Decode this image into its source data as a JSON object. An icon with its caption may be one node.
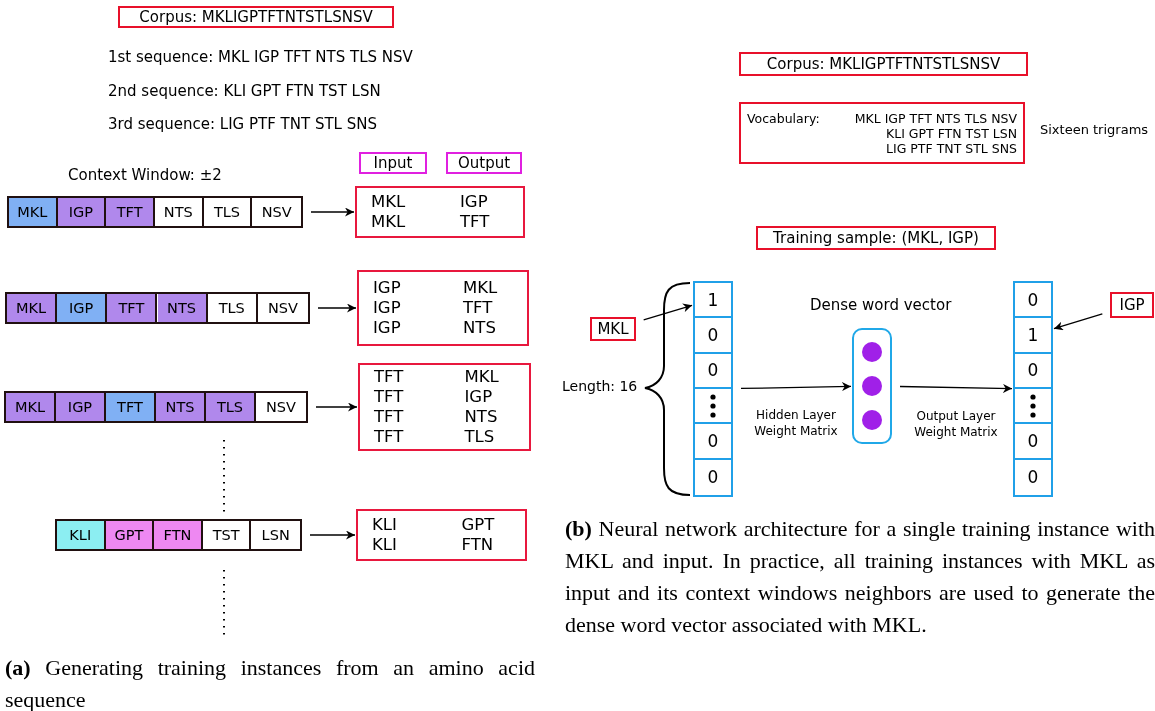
{
  "diagram": {
    "nodes": [
      {
        "text": [
          "Corpus: MKLIGPTFTNTSTLSNSV"
        ]
      },
      {
        "text": [
          "Input"
        ]
      },
      {
        "text": [
          "Output"
        ]
      },
      {
        "text": [],
        "shape": "bar"
      },
      {
        "text": [
          "MKL"
        ],
        "in": 3
      },
      {
        "text": [
          "IGP"
        ],
        "in": 3
      },
      {
        "text": [
          "TFT"
        ],
        "in": 3
      },
      {
        "text": [
          "NTS"
        ],
        "in": 3
      },
      {
        "text": [
          "TLS"
        ],
        "in": 3
      },
      {
        "text": [
          "NSV"
        ],
        "in": 3
      },
      {
        "text": [
          "MKL",
          "IGP",
          "MKL",
          "TFT"
        ]
      },
      {
        "text": [],
        "shape": "bar"
      },
      {
        "text": [
          "MKL"
        ],
        "in": 11
      },
      {
        "text": [
          "IGP"
        ],
        "in": 11
      },
      {
        "text": [
          "TFT"
        ],
        "in": 11
      },
      {
        "text": [
          "NTS"
        ],
        "in": 11
      },
      {
        "text": [
          "TLS"
        ],
        "in": 11
      },
      {
        "text": [
          "NSV"
        ],
        "in": 11
      },
      {
        "text": [
          "IGP",
          "MKL",
          "IGP",
          "TFT",
          "IGP",
          "NTS"
        ]
      },
      {
        "text": [],
        "shape": "bar"
      },
      {
        "text": [
          "MKL"
        ],
        "in": 19
      },
      {
        "text": [
          "IGP"
        ],
        "in": 19
      },
      {
        "text": [
          "TFT"
        ],
        "in": 19
      },
      {
        "text": [
          "NTS"
        ],
        "in": 19
      },
      {
        "text": [
          "TLS"
        ],
        "in": 19
      },
      {
        "text": [
          "NSV"
        ],
        "in": 19
      },
      {
        "text": [
          "TFT",
          "MKL",
          "TFT",
          "IGP",
          "TFT",
          "NTS",
          "TFT",
          "TLS"
        ]
      },
      {
        "text": [],
        "shape": "bar"
      },
      {
        "text": [
          "KLI"
        ],
        "in": 27
      },
      {
        "text": [
          "GPT"
        ],
        "in": 27
      },
      {
        "text": [
          "FTN"
        ],
        "in": 27
      },
      {
        "text": [
          "TST"
        ],
        "in": 27
      },
      {
        "text": [
          "LSN"
        ],
        "in": 27
      },
      {
        "text": [
          "KLI",
          "GPT",
          "KLI",
          "FTN"
        ]
      },
      {
        "text": [
          "Corpus: MKLIGPTFTNTSTLSNSV"
        ]
      },
      {
        "text": [
          "Vocabulary:",
          "MKL IGP TFT NTS TLS NSV",
          "KLI GPT FTN TST LSN",
          "LIG PTF TNT STL SNS"
        ],
        "beside": [
          "Sixteen trigrams"
        ]
      },
      {
        "text": [
          "Training sample: (MKL, IGP)"
        ]
      },
      {
        "text": [
          "MKL"
        ]
      },
      {
        "text": [],
        "shape": "bar"
      },
      {
        "text": [
          "1"
        ],
        "in": 38
      },
      {
        "text": [
          "0"
        ],
        "in": 38
      },
      {
        "text": [
          "0"
        ],
        "in": 38
      },
      {
        "text": [],
        "shape": "box",
        "in": 38
      },
      {
        "text": [
          "0"
        ],
        "in": 38
      },
      {
        "text": [
          "0"
        ],
        "in": 38
      },
      {
        "text": [],
        "shape": "box",
        "beside": [
          "Dense word vector"
        ]
      },
      {
        "text": [],
        "shape": "bar"
      },
      {
        "text": [
          "0"
        ],
        "in": 46
      },
      {
        "text": [
          "1"
        ],
        "in": 46
      },
      {
        "text": [
          "0"
        ],
        "in": 46
      },
      {
        "text": [],
        "shape": "box",
        "in": 46
      },
      {
        "text": [
          "0"
        ],
        "in": 46
      },
      {
        "text": [
          "0"
        ],
        "in": 46
      },
      {
        "text": [
          "IGP"
        ]
      }
    ],
    "edges": [
      {
        "from": 3,
        "to": 10,
        "arrow": "to"
      },
      {
        "from": 11,
        "to": 18,
        "arrow": "to"
      },
      {
        "from": 19,
        "to": 26,
        "arrow": "to"
      },
      {
        "from": 27,
        "to": 33,
        "arrow": "to"
      },
      {
        "from": 37,
        "to": 39,
        "arrow": "to"
      },
      {
        "from": 38,
        "to": 45,
        "arrow": "to",
        "label": "Hidden Layer Weight Matrix"
      },
      {
        "from": 45,
        "to": 46,
        "arrow": "to",
        "label": "Output Layer Weight Matrix"
      },
      {
        "from": 53,
        "to": 48,
        "arrow": "to"
      }
    ],
    "labels": [
      "1st sequence: MKL IGP TFT NTS TLS NSV",
      "2nd sequence: KLI GPT FTN TST LSN",
      "3rd sequence: LIG PTF TNT STL SNS",
      "Context Window: ±2",
      "Length: 16",
      "**(a)** Generating training instances from an amino acid sequence",
      "**(b)** Neural network architecture for a single training instance with MKL and input. In practice, all training instances with MKL as input and its context windows neighbors are used to generate the dense word vector associated with MKL."
    ]
  }
}
